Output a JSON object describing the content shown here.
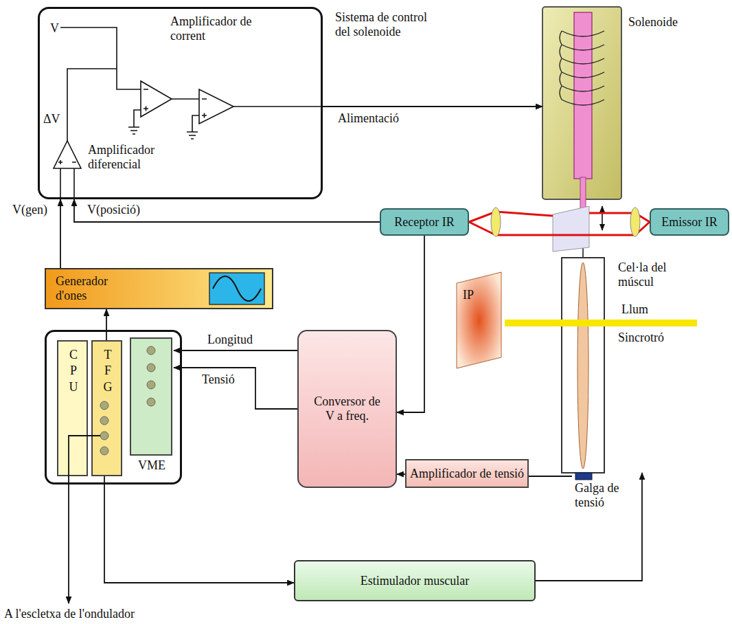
{
  "diagram": {
    "nodes": [
      {
        "text": [
          "V",
          "ΔV",
          "Amplificador de corrent",
          "Amplificador diferencial"
        ]
      },
      {
        "text": [
          "Solenoide"
        ]
      },
      {
        "text": [
          "Receptor IR"
        ]
      },
      {
        "text": [
          "Emissor IR"
        ]
      },
      {
        "text": [
          "Generador d'ones"
        ]
      },
      {
        "text": [
          "Cel·la del múscul"
        ]
      },
      {
        "text": [
          "IP"
        ]
      },
      {
        "text": []
      },
      {
        "text": [
          "CPU"
        ],
        "in": 7
      },
      {
        "text": [
          "TFG"
        ],
        "in": 7
      },
      {
        "text": [
          "VME"
        ],
        "in": 7
      },
      {
        "text": [
          "Conversor de V a freq."
        ]
      },
      {
        "text": [
          "Amplificador de tensió"
        ]
      },
      {
        "text": [
          "Galga de tensió"
        ]
      },
      {
        "text": [
          "Estimulador muscular"
        ]
      }
    ],
    "edges": [
      {
        "from": 0,
        "to": 1,
        "arrow": "to",
        "label": "Alimentació"
      },
      {
        "from": 2,
        "to": 0,
        "arrow": "to",
        "label": "V(posició)"
      },
      {
        "from": 4,
        "to": 0,
        "arrow": "to",
        "label": "V(gen)"
      },
      {
        "from": 2,
        "to": 11,
        "arrow": "to"
      },
      {
        "from": 11,
        "to": 10,
        "arrow": "to",
        "label": "Longitud"
      },
      {
        "from": 11,
        "to": 10,
        "arrow": "to",
        "label": "Tensió"
      },
      {
        "from": 12,
        "to": 11,
        "arrow": "to"
      },
      {
        "from": 13,
        "to": 12,
        "arrow": "none"
      },
      {
        "from": 9,
        "to": 4,
        "arrow": "to"
      },
      {
        "from": 9,
        "to": 14,
        "arrow": "to"
      },
      {
        "from": 14,
        "to": 5,
        "arrow": "to"
      }
    ],
    "labels": [
      "Sistema de control del solenoide",
      "Llum",
      "Sincrotró",
      "A l'escletxa de l'ondulador"
    ]
  }
}
